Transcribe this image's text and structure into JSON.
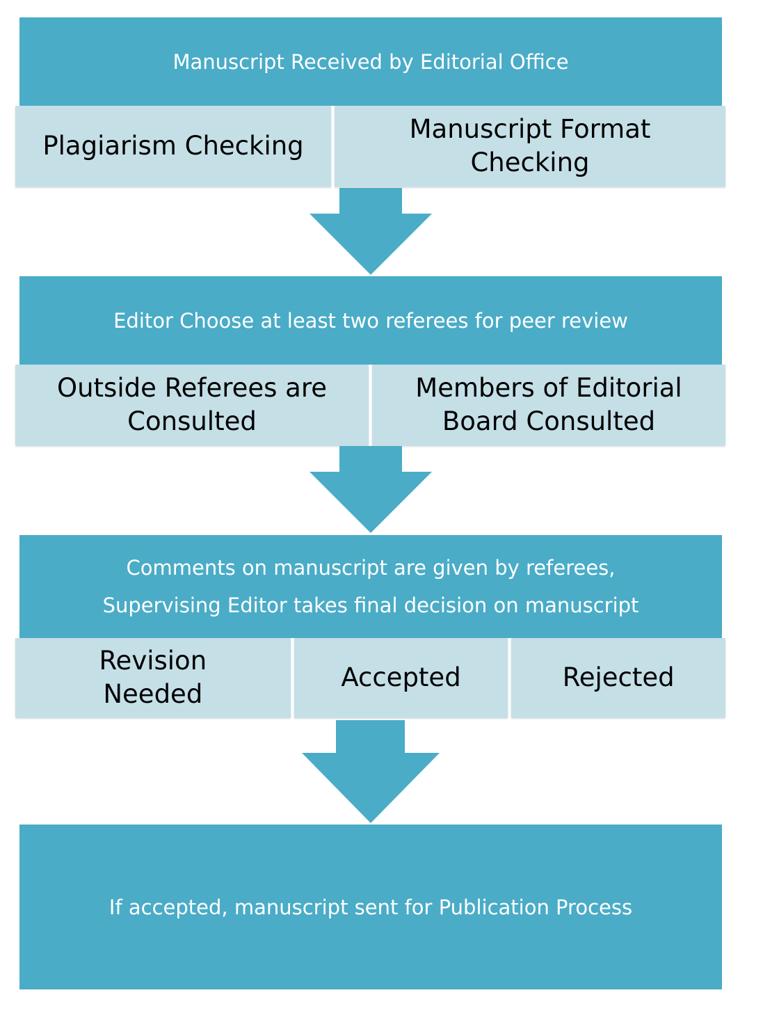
{
  "steps": [
    {
      "header": [
        "Manuscript Received by Editorial Office"
      ],
      "options": [
        "Plagiarism Checking",
        "Manuscript Format Checking"
      ]
    },
    {
      "header": [
        "Editor Choose at least two referees for peer review"
      ],
      "options": [
        "Outside Referees are Consulted",
        "Members of Editorial Board Consulted"
      ]
    },
    {
      "header": [
        "Comments on manuscript are given by referees,",
        "Supervising Editor takes final decision on manuscript"
      ],
      "options": [
        "Revision Needed",
        "Accepted",
        "Rejected"
      ]
    }
  ],
  "final_step": "If accepted, manuscript sent for Publication Process",
  "colors": {
    "band": "#4aacc7",
    "cell": "#c5dfe7",
    "arrow": "#4aacc7"
  }
}
